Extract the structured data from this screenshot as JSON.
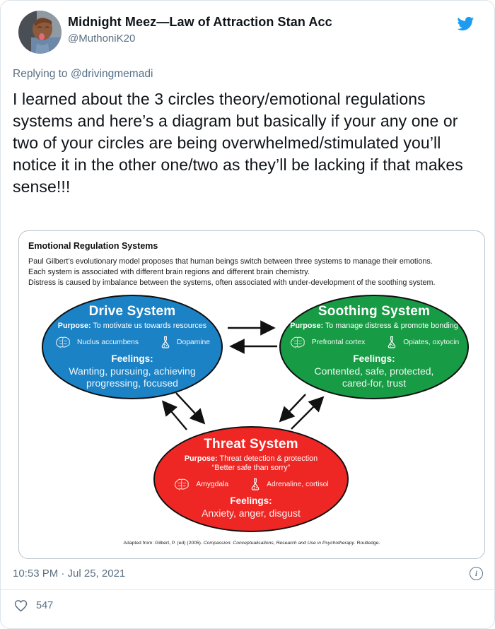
{
  "colors": {
    "twitter_blue": "#1d9bf0",
    "drive_blue": "#1b82c5",
    "soothing_green": "#189b45",
    "threat_red": "#ee2724",
    "text_primary": "#0f1419",
    "text_secondary": "#5b7083"
  },
  "icons": {
    "twitter_logo": "twitter-bird",
    "info": "circled-i",
    "like": "heart-outline",
    "brain": "brain-glyph",
    "chemistry": "erlenmeyer-flask"
  },
  "header": {
    "display_name": "Midnight Meez—Law of Attraction Stan Acc",
    "handle": "@MuthoniK20"
  },
  "reply_line": {
    "prefix": "Replying to ",
    "target": "@drivingmemadi"
  },
  "tweet_text": "I learned about the 3 circles theory/emotional regulations systems and here’s a diagram but basically if your any one or two of your circles are being overwhelmed/stimulated you’ll notice it in the other one/two as they’ll be lacking if that makes sense!!!",
  "diagram": {
    "title": "Emotional Regulation Systems",
    "description_lines": [
      "Paul Gilbert’s evolutionary model proposes that human beings switch between three systems to manage their emotions.",
      "Each system is associated with different brain regions and different brain chemistry.",
      "Distress is caused by imbalance between the systems, often associated with under-development of the soothing system."
    ],
    "purpose_label": "Purpose:",
    "feelings_label": "Feelings:",
    "systems": [
      {
        "name": "Drive System",
        "purpose": "To motivate us towards resources",
        "purpose_line2": "",
        "brain_region": "Nuclus accumbens",
        "chemistry": "Dopamine",
        "feelings": [
          "Wanting, pursuing, achieving",
          "progressing, focused"
        ]
      },
      {
        "name": "Soothing System",
        "purpose": "To manage distress & promote bonding",
        "purpose_line2": "",
        "brain_region": "Prefrontal cortex",
        "chemistry": "Opiates, oxytocin",
        "feelings": [
          "Contented, safe, protected,",
          "cared-for, trust"
        ]
      },
      {
        "name": "Threat System",
        "purpose": "Threat detection & protection",
        "purpose_line2": "“Better safe than sorry”",
        "brain_region": "Amygdala",
        "chemistry": "Adrenaline, cortisol",
        "feelings": [
          "Anxiety, anger, disgust"
        ]
      }
    ],
    "citation_prefix": "Adapted from: Gilbert, P. (ed) (2005). ",
    "citation_italic": "Compassion: Conceptualisations, Research and Use in Psychotherapy",
    "citation_suffix": ". Routledge."
  },
  "footer": {
    "timestamp": "10:53 PM · Jul 25, 2021",
    "like_count": "547"
  }
}
